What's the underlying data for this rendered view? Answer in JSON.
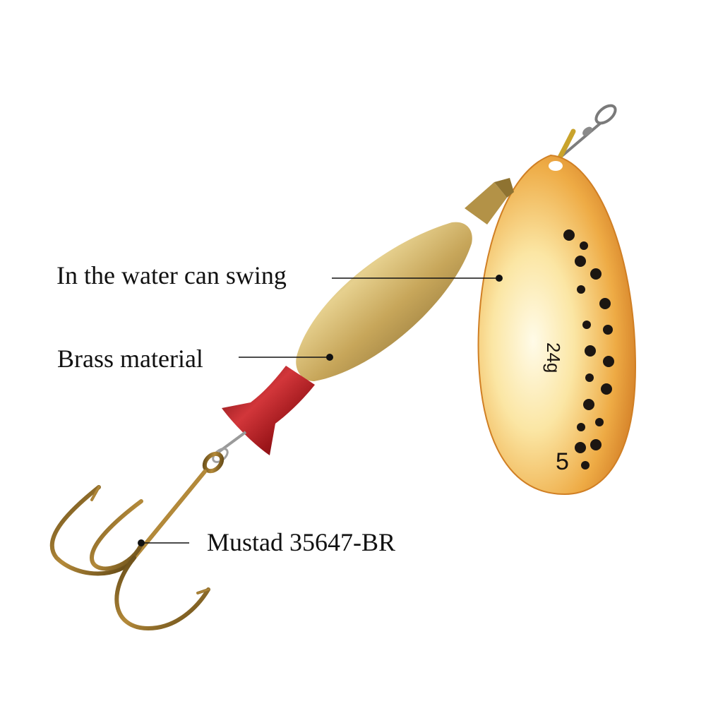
{
  "product": {
    "type": "spinner fishing lure",
    "blade_markings": {
      "weight": "24g",
      "size": "5"
    }
  },
  "callouts": [
    {
      "id": "swing",
      "label": "In the water can swing",
      "target": "spinner-blade"
    },
    {
      "id": "brass",
      "label": "Brass material",
      "target": "brass-body"
    },
    {
      "id": "hook",
      "label": "Mustad 35647-BR",
      "target": "treble-hook"
    }
  ],
  "colors": {
    "background": "#ffffff",
    "label_text": "#111111",
    "leader_line": "#111111",
    "blade_orange": "#e8962e",
    "blade_cream": "#fdf1c8",
    "blade_spots": "#1c1612",
    "brass": "#c9a85a",
    "red_collar": "#a3181c",
    "hook_bronze": "#7a5a1e",
    "swivel_steel": "#8a8a8a"
  }
}
